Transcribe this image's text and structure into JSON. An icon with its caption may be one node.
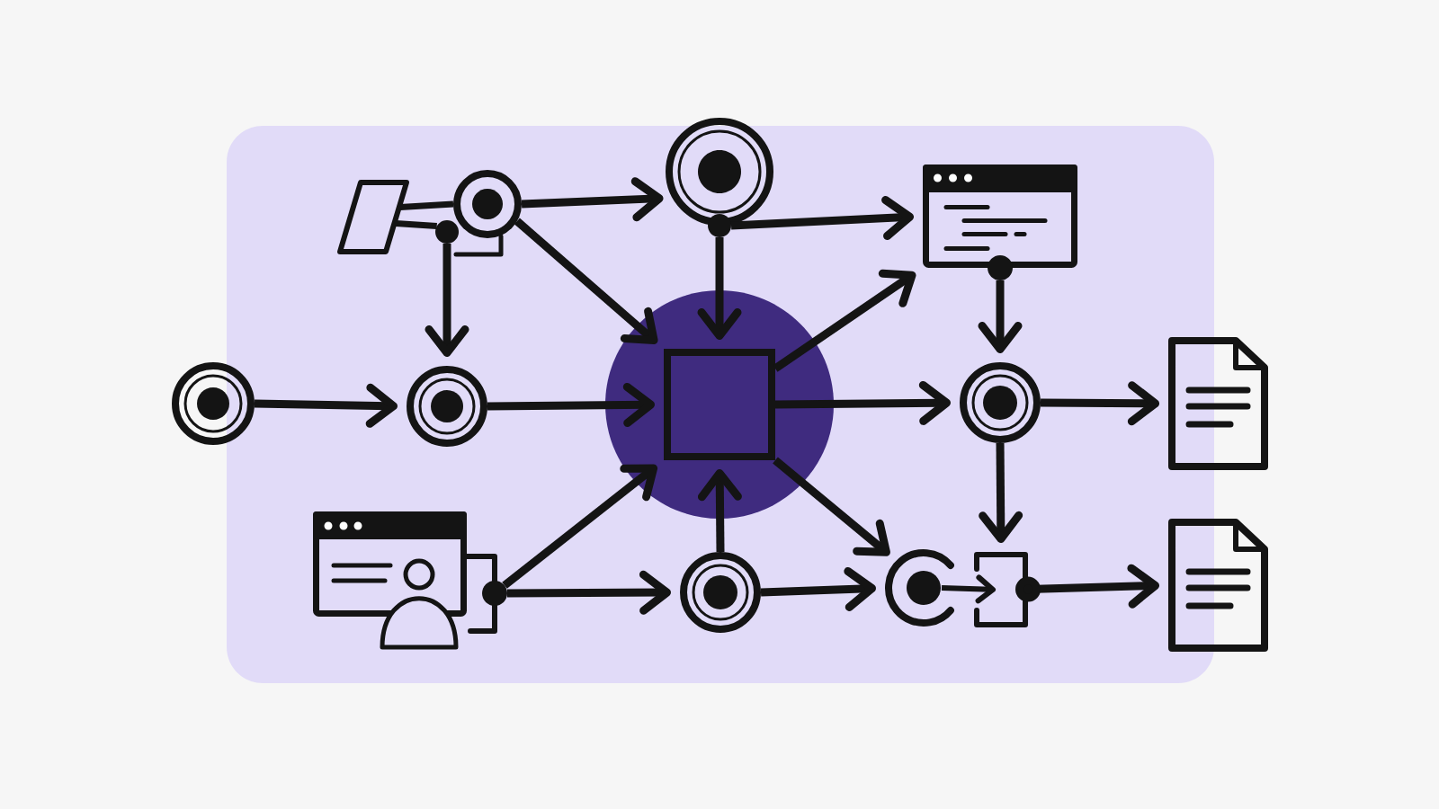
{
  "diagram": {
    "nodes": [
      {
        "text": [],
        "shape": "parallelogram"
      },
      {
        "text": [],
        "shape": "circle"
      },
      {
        "text": [],
        "shape": "circle"
      },
      {
        "text": [],
        "shape": "circle"
      },
      {
        "text": [],
        "shape": "window"
      },
      {
        "text": [],
        "shape": "circle"
      },
      {
        "text": [],
        "shape": "circle"
      },
      {
        "text": [],
        "shape": "circle"
      },
      {
        "text": [],
        "shape": "box",
        "in": 7
      },
      {
        "text": [],
        "shape": "circle"
      },
      {
        "text": [],
        "shape": "document"
      },
      {
        "text": [],
        "shape": "window"
      },
      {
        "text": [],
        "shape": "circle"
      },
      {
        "text": [],
        "shape": "circle"
      },
      {
        "text": [],
        "shape": "box"
      },
      {
        "text": [],
        "shape": "document"
      }
    ],
    "edges": [
      {
        "from": 0,
        "to": 1,
        "arrow": "none"
      },
      {
        "from": 0,
        "to": 2,
        "arrow": "none"
      },
      {
        "from": 2,
        "to": 6,
        "arrow": "to"
      },
      {
        "from": 1,
        "to": 3,
        "arrow": "to"
      },
      {
        "from": 1,
        "to": 8,
        "arrow": "to"
      },
      {
        "from": 3,
        "to": 4,
        "arrow": "to"
      },
      {
        "from": 3,
        "to": 8,
        "arrow": "to"
      },
      {
        "from": 8,
        "to": 4,
        "arrow": "to"
      },
      {
        "from": 4,
        "to": 9,
        "arrow": "to"
      },
      {
        "from": 5,
        "to": 6,
        "arrow": "to"
      },
      {
        "from": 6,
        "to": 8,
        "arrow": "to"
      },
      {
        "from": 8,
        "to": 9,
        "arrow": "to"
      },
      {
        "from": 9,
        "to": 10,
        "arrow": "to"
      },
      {
        "from": 9,
        "to": 14,
        "arrow": "to"
      },
      {
        "from": 11,
        "to": 12,
        "arrow": "to"
      },
      {
        "from": 11,
        "to": 8,
        "arrow": "to"
      },
      {
        "from": 12,
        "to": 8,
        "arrow": "to"
      },
      {
        "from": 12,
        "to": 13,
        "arrow": "to"
      },
      {
        "from": 8,
        "to": 13,
        "arrow": "to"
      },
      {
        "from": 13,
        "to": 14,
        "arrow": "to"
      },
      {
        "from": 14,
        "to": 15,
        "arrow": "to"
      }
    ]
  }
}
